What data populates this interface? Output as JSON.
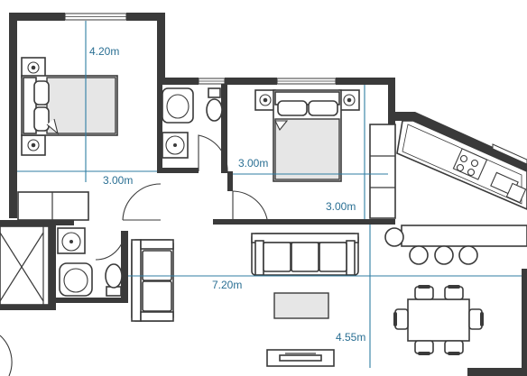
{
  "dimensions": {
    "bedroom1_vertical": "4.20m",
    "bedroom1_horizontal": "3.00m",
    "bedroom2_horizontal": "3.00m",
    "bedroom2_vertical": "3.00m",
    "living_horizontal": "7.20m",
    "living_vertical": "4.55m"
  },
  "colors": {
    "wall": "#3a3a3a",
    "dimension_line": "#2f7da3",
    "dimension_text": "#2a6f93",
    "furniture_fill": "#e6e6e6"
  }
}
